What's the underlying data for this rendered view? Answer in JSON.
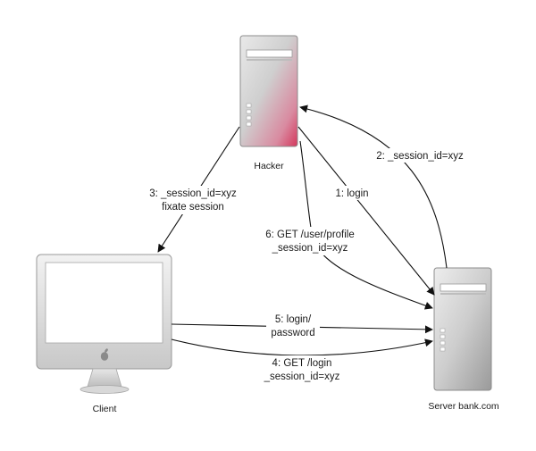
{
  "nodes": {
    "hacker": {
      "label": "Hacker",
      "icon": "tower-server-icon",
      "accent": "#d4375c"
    },
    "client": {
      "label": "Client",
      "icon": "imac-computer-icon"
    },
    "server": {
      "label": "Server bank.com",
      "icon": "tower-server-icon"
    }
  },
  "edges": [
    {
      "id": "step-1",
      "label": "1: login"
    },
    {
      "id": "step-2",
      "label": "2: _session_id=xyz"
    },
    {
      "id": "step-3",
      "label_lines": [
        "3: _session_id=xyz",
        "fixate session"
      ]
    },
    {
      "id": "step-4",
      "label_lines": [
        "4: GET /login",
        "_session_id=xyz"
      ]
    },
    {
      "id": "step-5",
      "label_lines": [
        "5: login/",
        "password"
      ]
    },
    {
      "id": "step-6",
      "label_lines": [
        "6: GET /user/profile",
        "_session_id=xyz"
      ]
    }
  ]
}
